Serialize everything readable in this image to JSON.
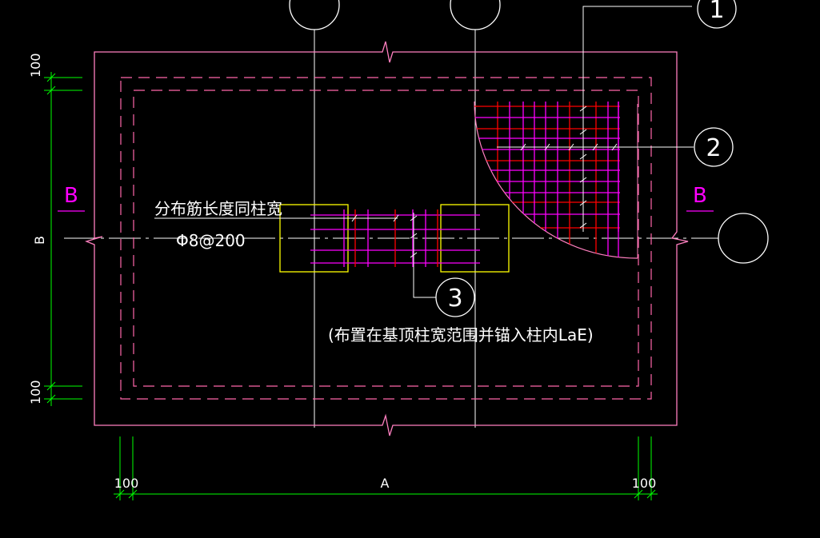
{
  "dimensions": {
    "top_offset": "100",
    "bottom_offset": "100",
    "left_offset": "100",
    "right_offset": "100",
    "vertical_label": "B",
    "horizontal_label": "A"
  },
  "section_marks": {
    "left": "B",
    "right": "B"
  },
  "callouts": {
    "c1": "1",
    "c2": "2",
    "c3": "3"
  },
  "notes": {
    "distribution_bar": "分布筋长度同柱宽",
    "rebar_spec": "Φ8@200",
    "placement": "(布置在基顶柱宽范围并锚入柱内LaE)"
  },
  "colors": {
    "outline": "#ff7fbf",
    "dashed": "#ff66aa",
    "axis": "#ffffff",
    "dimension": "#00ff00",
    "rebar_red": "#ff0000",
    "rebar_magenta": "#ff00ff",
    "column": "#ffff00"
  }
}
